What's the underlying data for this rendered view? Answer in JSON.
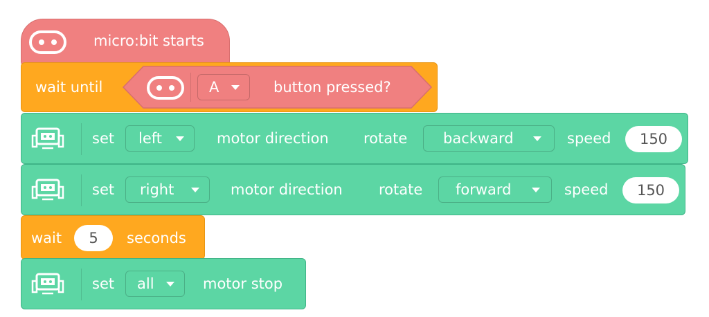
{
  "blocks": {
    "hat": {
      "label": "micro:bit starts"
    },
    "wait_until": {
      "label": "wait until",
      "button_option": "A",
      "condition_label": "button pressed?"
    },
    "motor1": {
      "set": "set",
      "motor": "left",
      "direction_label": "motor direction",
      "rotate_label": "rotate",
      "rotate_value": "backward",
      "speed_label": "speed",
      "speed_value": "150"
    },
    "motor2": {
      "set": "set",
      "motor": "right",
      "direction_label": "motor direction",
      "rotate_label": "rotate",
      "rotate_value": "forward",
      "speed_label": "speed",
      "speed_value": "150"
    },
    "wait": {
      "label": "wait",
      "value": "5",
      "unit": "seconds"
    },
    "stop": {
      "set": "set",
      "motor": "all",
      "label": "motor stop"
    }
  },
  "colors": {
    "event": "#f08080",
    "control": "#ffa81f",
    "motor": "#5cd6a4"
  },
  "icons": {
    "event": "microbit-icon",
    "motor": "robot-car-icon"
  }
}
